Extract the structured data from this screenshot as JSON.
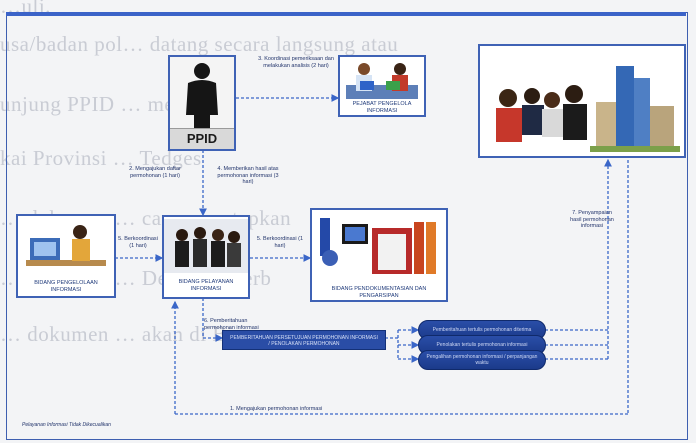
{
  "background_text": [
    "…uli.",
    "usa/badan pol… datang secara langsung atau",
    "unjung PPID … menj…",
    "kai Provinsi … Tedges",
    "… dokumen … cara menetapkan",
    "… pemohon … Dengan keterb",
    "… dokumen … akan di Bisan"
  ],
  "nodes": {
    "ppid": {
      "label": "PPID"
    },
    "bidang_pelayanan": {
      "label": "BIDANG PELAYANAN INFORMASI"
    },
    "bidang_pengelolaan": {
      "label": "BIDANG PENGELOLAAN INFORMASI"
    },
    "bidang_pendokumentasian": {
      "label": "BIDANG PENDOKUMENTASIAN DAN PENGARSIPAN"
    },
    "pejabat_pengelola": {
      "label": "PEJABAT PENGELOLA INFORMASI"
    }
  },
  "steps": {
    "step2": "2. Mengajukan daftar permohonan (1 hari)",
    "step3": "3. Koordinasi pemeriksaan dan melakukan analisis (2 hari)",
    "step4": "4. Memberikan hasil atas permohonan informasi (3 hari)",
    "step5a": "5. Berkoordinasi (1 hari)",
    "step5b": "5. Berkoordinasi (1 hari)",
    "step6": "6. Pemberitahuan permohonan informasi",
    "step7": "7. Penyampaian hasil permohonan informasi",
    "step1": "1. Mengajukan permohonan informasi"
  },
  "decision_bar": "PEMBERITAHUAN PERSETUJUAN PERMOHONAN INFORMASI / PENOLAKAN PERMOHONAN",
  "outcomes": [
    "Pemberitahuan tertulis permohonan diterima",
    "Penolakan tertulis permohonan informasi",
    "Pengalihan permohonan informasi / perpanjangan waktu"
  ],
  "footer": "Pelayanan Informasi Tidak Dikecualikan"
}
